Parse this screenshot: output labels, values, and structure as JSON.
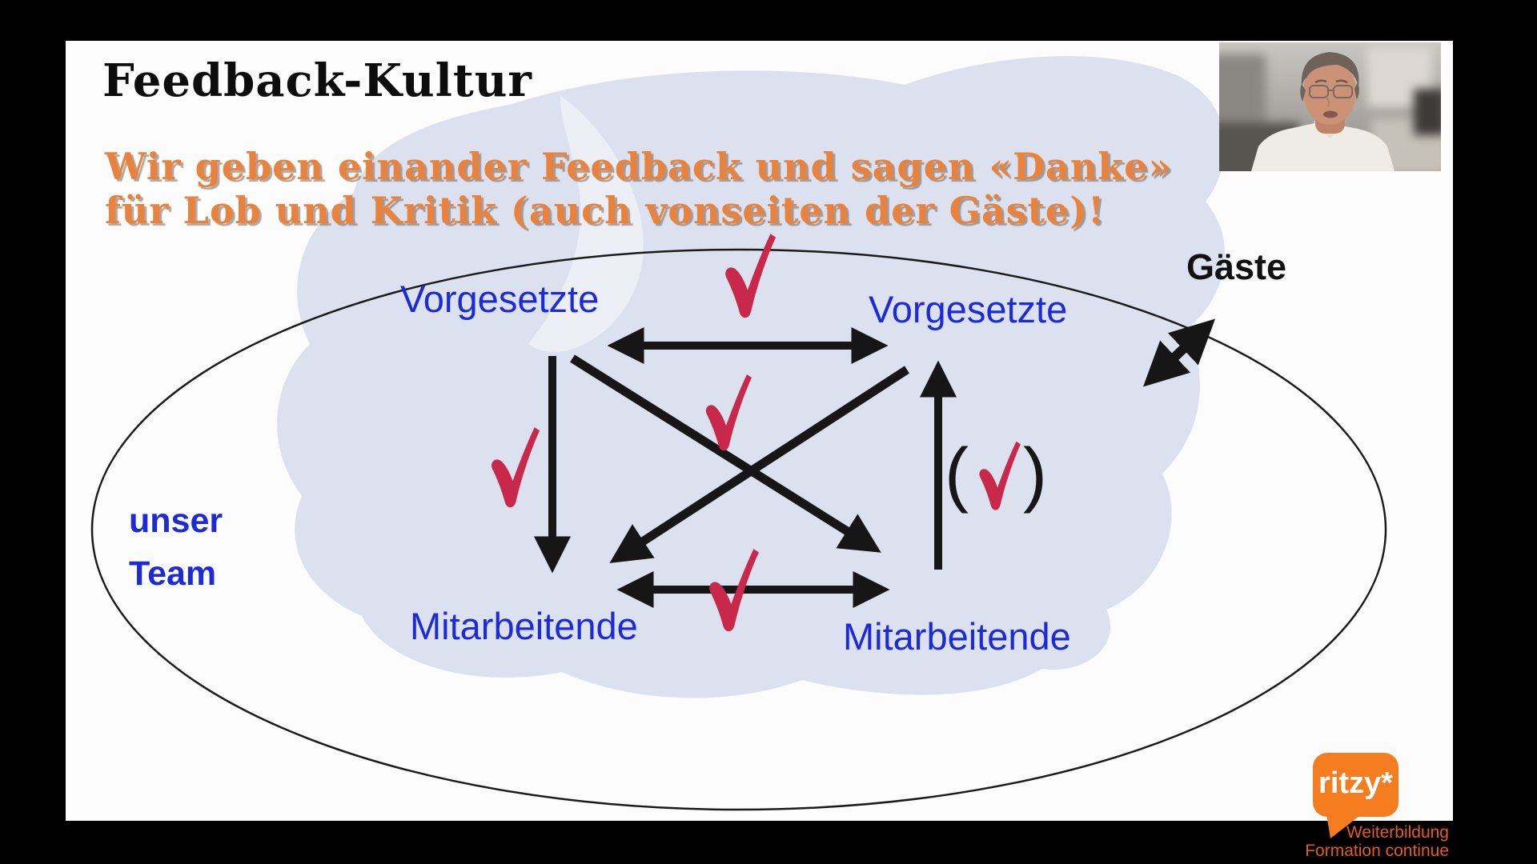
{
  "slide": {
    "title": "Feedback-Kultur",
    "subtitle": {
      "line1": "Wir geben einander Feedback und sagen «Danke»",
      "line2": "für Lob und Kritik (auch vonseiten der Gäste)!",
      "color": "#e8823d"
    },
    "diagram": {
      "team_label": {
        "line1": "unser",
        "line2": "Team"
      },
      "guests_label": "Gäste",
      "nodes": [
        {
          "position": "top-left",
          "label": "Vorgesetzte"
        },
        {
          "position": "top-right",
          "label": "Vorgesetzte"
        },
        {
          "position": "bottom-left",
          "label": "Mitarbeitende"
        },
        {
          "position": "bottom-right",
          "label": "Mitarbeitende"
        }
      ],
      "edges": [
        {
          "from": "Vorgesetzte (links)",
          "to": "Vorgesetzte (rechts)",
          "bidirectional": true,
          "check": "yes"
        },
        {
          "from": "Vorgesetzte (links)",
          "to": "Mitarbeitende (links)",
          "bidirectional": false,
          "check": "yes"
        },
        {
          "from": "Mitarbeitende (rechts)",
          "to": "Vorgesetzte (rechts)",
          "bidirectional": false,
          "check": "optional"
        },
        {
          "from": "Mitarbeitende (links)",
          "to": "Mitarbeitende (rechts)",
          "bidirectional": true,
          "check": "yes"
        },
        {
          "from": "Vorgesetzte (links)",
          "to": "Mitarbeitende (rechts)",
          "bidirectional": false,
          "check": "yes"
        },
        {
          "from": "Vorgesetzte (rechts)",
          "to": "Mitarbeitende (links)",
          "bidirectional": false,
          "check": "yes"
        },
        {
          "from": "unser Team",
          "to": "Gäste",
          "bidirectional": true,
          "check": "no"
        }
      ],
      "checkmark_glyph": "✓",
      "optional_check": {
        "open": "(",
        "close": ")"
      },
      "label_color": "#1c2bd5",
      "checkmark_color": "#c8294a",
      "arrow_color": "#161616",
      "splash_color": "#dbe1ef"
    }
  },
  "branding": {
    "logo": "ritzy*",
    "tagline_line1": "Weiterbildung",
    "tagline_line2": "Formation continue",
    "logo_bg": "#f57d1f",
    "tagline_color": "#e25d1d"
  }
}
